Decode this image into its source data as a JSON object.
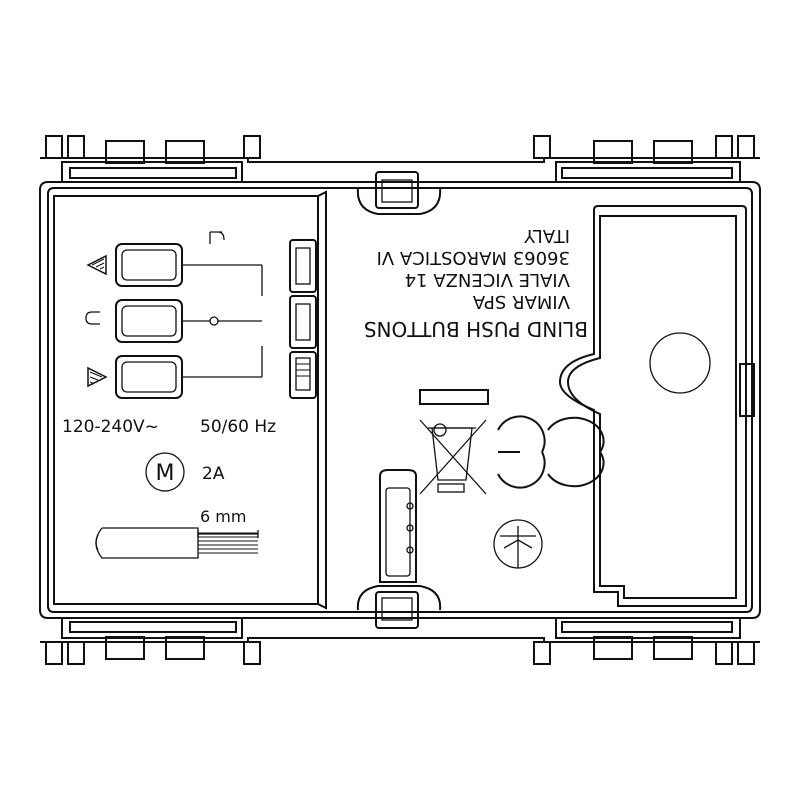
{
  "device": {
    "manufacturer_lines": [
      "VIMAR SPA",
      "VIALE VICENZA 14",
      "36063 MAROSTICA VI",
      "ITALY"
    ],
    "product_label": "BLIND PUSH BUTTONS",
    "voltage_label": "120-240V~",
    "frequency_label": "50/60 Hz",
    "motor_symbol_letter": "M",
    "current_rating": "2A",
    "strip_length_label": "6 mm",
    "icons": [
      "arrow-up-icon",
      "stop-icon",
      "arrow-down-icon",
      "ce-mark-icon",
      "weee-bin-icon",
      "ground-symbol-icon"
    ]
  }
}
